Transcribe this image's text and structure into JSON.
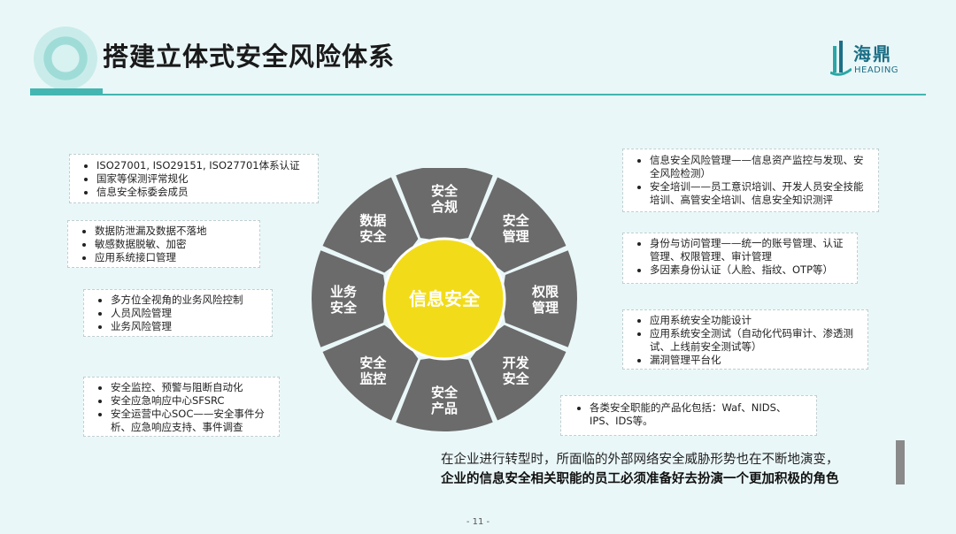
{
  "title": "搭建立体式安全风险体系",
  "brand": {
    "cn": "海鼎",
    "en": "HEADING",
    "colors": {
      "primary": "#1b6f86",
      "accent": "#43b6b1"
    }
  },
  "center": "信息安全",
  "segments": [
    "安全合规",
    "安全管理",
    "权限管理",
    "开发安全",
    "安全产品",
    "安全监控",
    "业务安全",
    "数据安全"
  ],
  "left_boxes": [
    {
      "items": [
        "ISO27001, ISO29151, ISO27701体系认证",
        "国家等保测评常规化",
        "信息安全标委会成员"
      ]
    },
    {
      "items": [
        "数据防泄漏及数据不落地",
        "敏感数据脱敏、加密",
        "应用系统接口管理"
      ]
    },
    {
      "items": [
        "多方位全视角的业务风险控制",
        "人员风险管理",
        "业务风险管理"
      ]
    },
    {
      "items": [
        "安全监控、预警与阻断自动化",
        "安全应急响应中心SFSRC",
        "安全运营中心SOC——安全事件分析、应急响应支持、事件调查"
      ]
    }
  ],
  "right_boxes": [
    {
      "items": [
        "信息安全风险管理——信息资产监控与发现、安全风险检测）",
        "安全培训——员工意识培训、开发人员安全技能培训、高管安全培训、信息安全知识测评"
      ]
    },
    {
      "items": [
        "身份与访问管理——统一的账号管理、认证管理、权限管理、审计管理",
        "多因素身份认证（人脸、指纹、OTP等）"
      ]
    },
    {
      "items": [
        "应用系统安全功能设计",
        "应用系统安全测试（自动化代码审计、渗透测试、上线前安全测试等）",
        "漏洞管理平台化"
      ]
    },
    {
      "items": [
        "各类安全职能的产品化包括：Waf、NIDS、IPS、IDS等。"
      ]
    }
  ],
  "bottom": {
    "line1": "在企业进行转型时，所面临的外部网络安全威胁形势也在不断地演变，",
    "line2": "企业的信息安全相关职能的员工必须准备好去扮演一个更加积极的角色"
  },
  "page_number": "- 11 -",
  "colors": {
    "segment": "#6b6b6b",
    "center": "#f2dc1a",
    "background": "#eaf7f8"
  }
}
